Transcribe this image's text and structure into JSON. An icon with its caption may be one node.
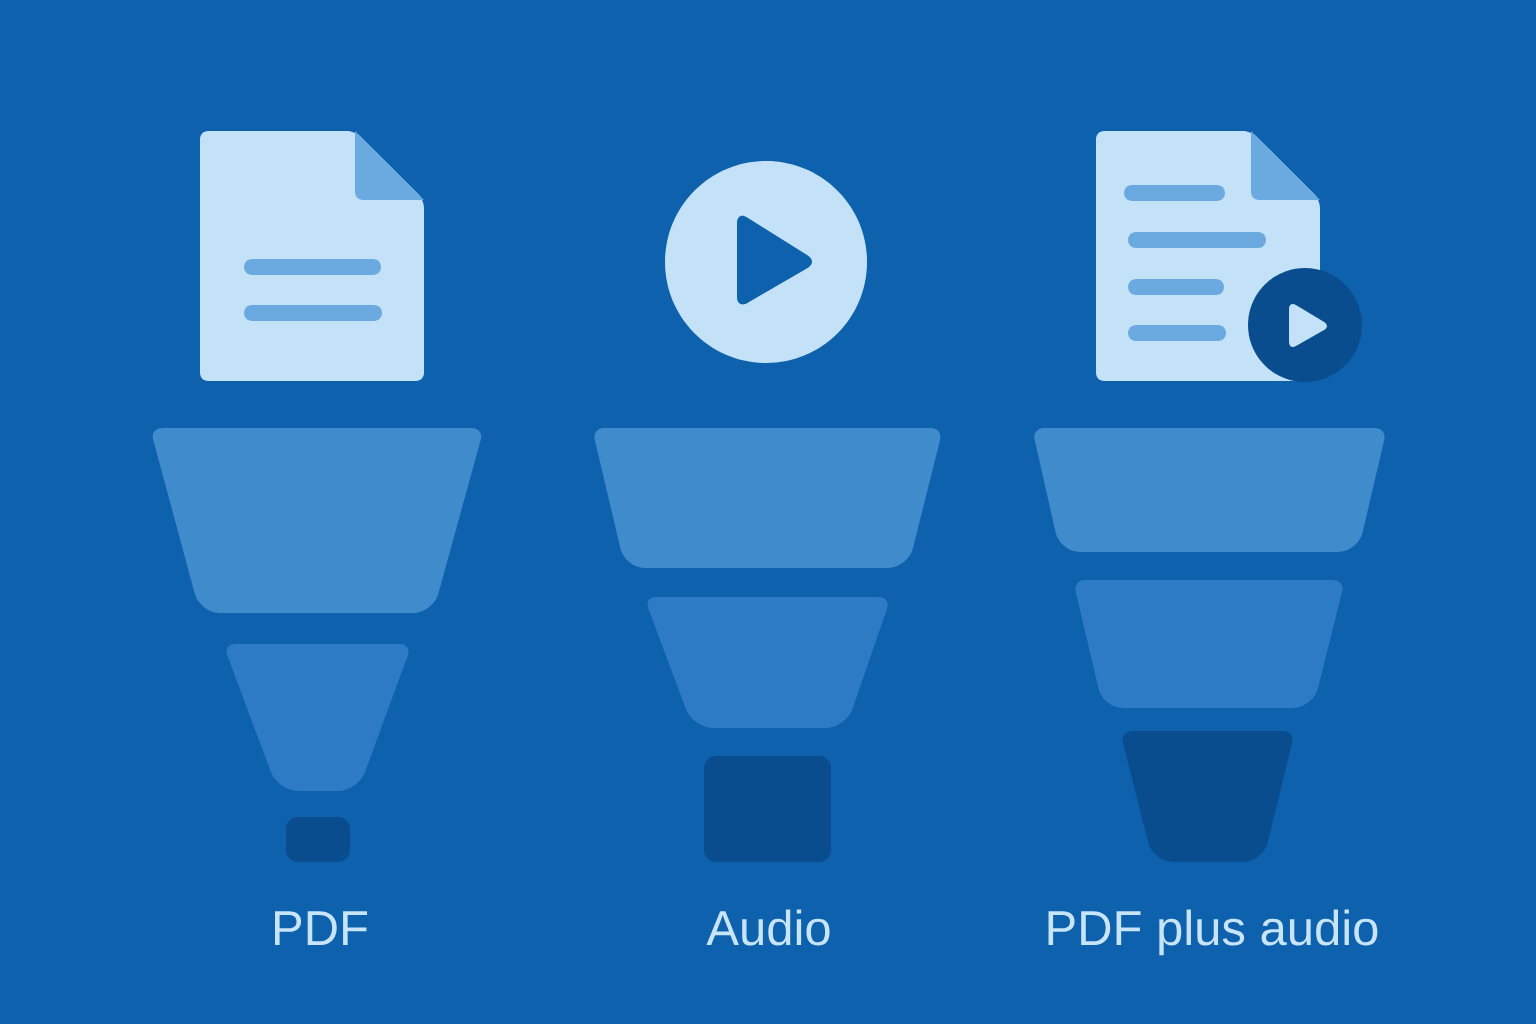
{
  "diagram": {
    "labels": [
      "PDF",
      "Audio",
      "PDF plus audio"
    ]
  }
}
